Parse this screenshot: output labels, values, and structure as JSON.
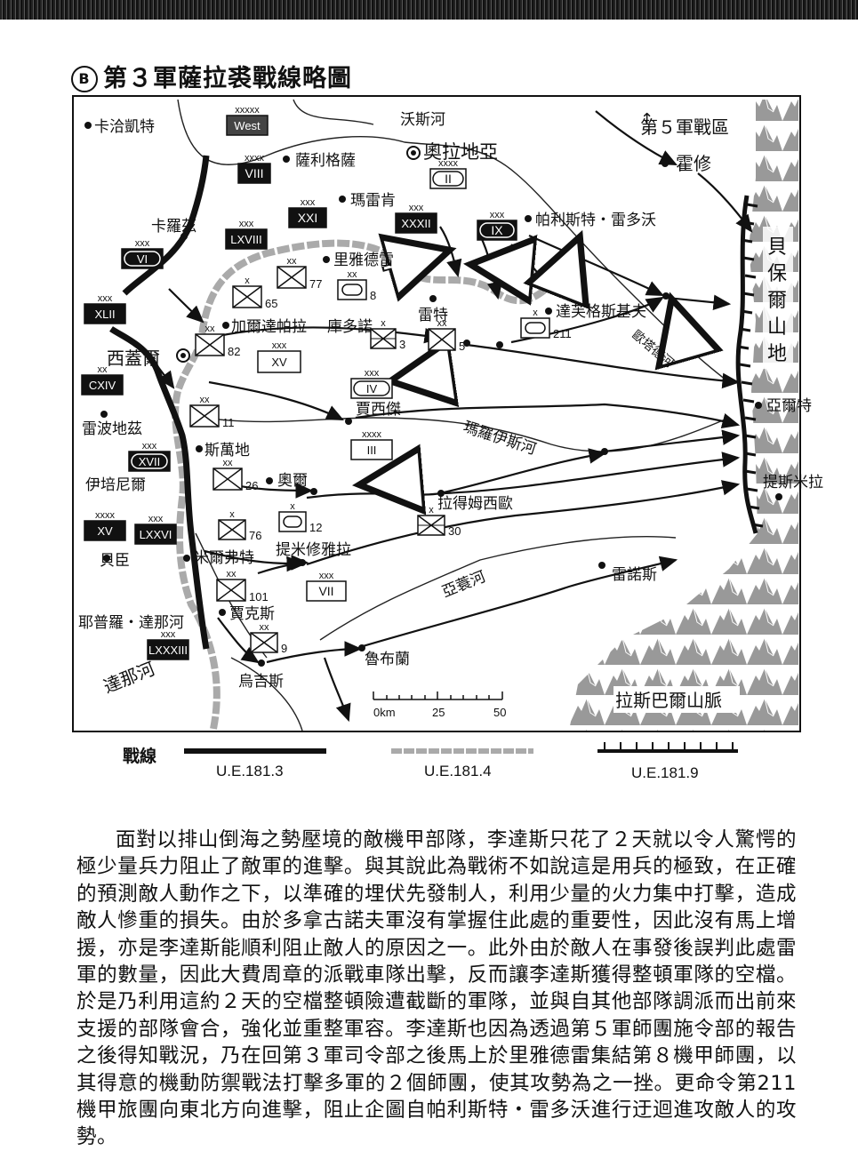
{
  "title": "第３軍薩拉裘戰線略圖",
  "title_marker": "B",
  "places": {
    "kazhekai": "卡洽凱特",
    "salika": "薩利格薩",
    "oraldia": "奧拉地亞",
    "huoxiu": "霍修",
    "fifth_army": "第５軍戰區",
    "mareiken": "瑪雷肯",
    "kaluozi": "卡羅茲",
    "palisi": "帕利斯特・雷多沃",
    "liyadelei": "里雅德雷",
    "leite": "雷特",
    "dazhefu": "達芙格斯基夫",
    "jiaerda": "加爾達帕拉",
    "kuduonuo": "庫多諾",
    "xigaier": "西蓋爾",
    "jiaxijie": "賈西傑",
    "yaerte": "亞爾特",
    "leiboci": "雷波地茲",
    "siwandi": "斯萬地",
    "aoer": "奧爾",
    "tisimila": "提斯米拉",
    "yipeini": "伊培尼爾",
    "lademu": "拉得姆西歐",
    "beichen": "貝臣",
    "miersfute": "米爾弗特",
    "timixiuyala": "提米修雅拉",
    "leinuosi": "雷諾斯",
    "jiakesi": "賈克斯",
    "yepuluo": "耶普羅・達那河",
    "lubulan": "魯布蘭",
    "wujisi": "烏吉斯",
    "danahe": "達那河",
    "lasibaer": "拉斯巴爾山脈",
    "beibaoer": "貝保爾山地"
  },
  "rivers": {
    "wosi": "沃斯河",
    "maluo": "瑪羅伊斯河",
    "yasui": "亞蓑河",
    "sulan": "歐塔德河"
  },
  "units": {
    "west": {
      "echelon": "xxxxx",
      "name": "West"
    },
    "viii": {
      "echelon": "xxxx",
      "name": "VIII"
    },
    "ii": {
      "echelon": "xxxx",
      "name": "II"
    },
    "xxi": {
      "echelon": "xxx",
      "name": "XXI"
    },
    "xxxii": {
      "echelon": "xxx",
      "name": "XXXII"
    },
    "ix": {
      "echelon": "xxx",
      "name": "IX"
    },
    "lxviii": {
      "echelon": "xxx",
      "name": "LXVIII"
    },
    "vi": {
      "echelon": "xxx",
      "name": "VI"
    },
    "xlii": {
      "echelon": "xxx",
      "name": "XLII"
    },
    "cxiv": {
      "echelon": "xx",
      "name": "CXIV"
    },
    "xv_corps": {
      "echelon": "xxx",
      "name": "XV"
    },
    "iv": {
      "echelon": "xxx",
      "name": "IV"
    },
    "iii": {
      "echelon": "xxxx",
      "name": "III"
    },
    "xvii": {
      "echelon": "xxx",
      "name": "XVII"
    },
    "xv_army": {
      "echelon": "xxxx",
      "name": "XV"
    },
    "lxxvi": {
      "echelon": "xxx",
      "name": "LXXVI"
    },
    "vii": {
      "echelon": "xxx",
      "name": "VII"
    },
    "lxxxiii": {
      "echelon": "xxx",
      "name": "LXXXIII"
    },
    "d65": {
      "echelon": "x",
      "name": "65"
    },
    "d77": {
      "echelon": "xx",
      "name": "77"
    },
    "d8": {
      "echelon": "xx",
      "name": "8"
    },
    "d82": {
      "echelon": "xx",
      "name": "82"
    },
    "d3": {
      "echelon": "x",
      "name": "3"
    },
    "d5": {
      "echelon": "xx",
      "name": "5"
    },
    "d211": {
      "echelon": "x",
      "name": "211"
    },
    "d11": {
      "echelon": "xx",
      "name": "11"
    },
    "d26": {
      "echelon": "xx",
      "name": "26"
    },
    "d30": {
      "echelon": "x",
      "name": "30"
    },
    "d12": {
      "echelon": "x",
      "name": "12"
    },
    "d76": {
      "echelon": "x",
      "name": "76"
    },
    "d101": {
      "echelon": "xx",
      "name": "101"
    },
    "d9": {
      "echelon": "xx",
      "name": "9"
    }
  },
  "scale": {
    "unit": "0km",
    "mid": "25",
    "max": "50"
  },
  "legend": {
    "key": "戰線",
    "items": [
      "U.E.181.3",
      "U.E.181.4",
      "U.E.181.9"
    ]
  },
  "body": "面對以排山倒海之勢壓境的敵機甲部隊，李達斯只花了２天就以令人驚愕的極少量兵力阻止了敵軍的進擊。與其說此為戰術不如說這是用兵的極致，在正確的預測敵人動作之下，以準確的埋伏先發制人，利用少量的火力集中打擊，造成敵人慘重的損失。由於多拿古諾夫軍沒有掌握住此處的重要性，因此沒有馬上增援，亦是李達斯能順利阻止敵人的原因之一。此外由於敵人在事發後誤判此處雷軍的數量，因此大費周章的派戰車隊出擊，反而讓李達斯獲得整頓軍隊的空檔。於是乃利用這約２天的空檔整頓險遭截斷的軍隊，並與自其他部隊調派而出前來支援的部隊會合，強化並重整軍容。李達斯也因為透過第５軍師團施令部的報告之後得知戰況，乃在回第３軍司令部之後馬上於里雅德雷集結第８機甲師團，以其得意的機動防禦戰法打擊多軍的２個師團，使其攻勢為之一挫。更命令第211機甲旅團向東北方向進擊，阻止企圖自帕利斯特・雷多沃進行迂迴進攻敵人的攻勢。"
}
